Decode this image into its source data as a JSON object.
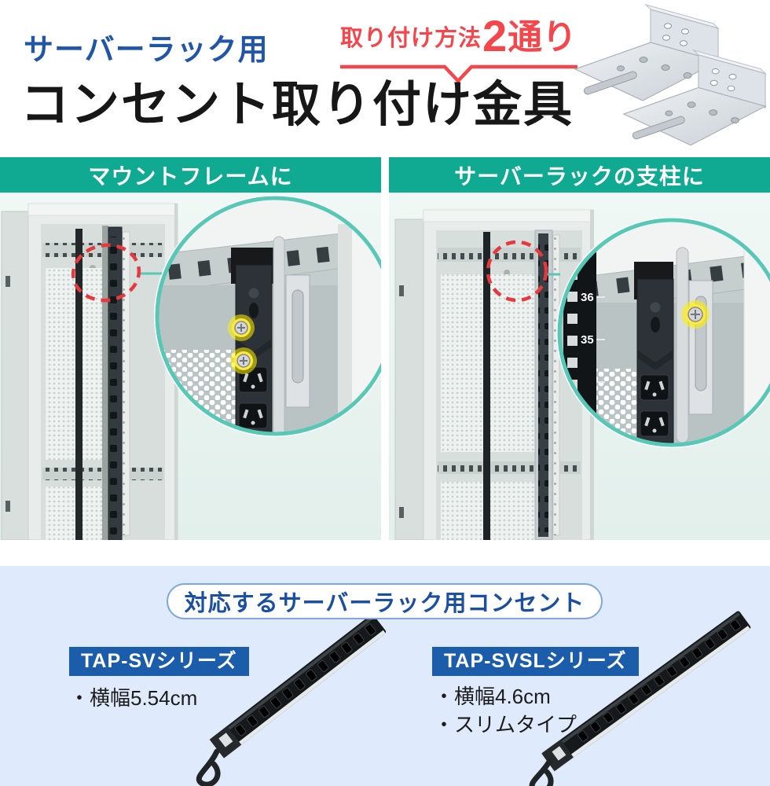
{
  "theme": {
    "blue": "#2156a7",
    "red": "#f4464b",
    "teal": "#10aa92",
    "teal-light": "#58c8b6",
    "section-bg": "#dfeafc",
    "badge-blue": "#1b5cab",
    "pill-border": "#7fa8da",
    "pill-text": "#1b4fa0",
    "text-dark": "#171717"
  },
  "header": {
    "series_label": "サーバーラック用",
    "title": "コンセント取り付け金具",
    "badge": {
      "prefix": "取り付け方法",
      "number": "2",
      "suffix": "通り"
    }
  },
  "panels": [
    {
      "title": "マウントフレームに"
    },
    {
      "title": "サーバーラックの支柱に",
      "unit_labels": [
        "36",
        "35"
      ]
    }
  ],
  "compat": {
    "header": "対応するサーバーラック用コンセント",
    "products": [
      {
        "name": "TAP-SVシリーズ",
        "features": [
          "・横幅5.54cm"
        ]
      },
      {
        "name": "TAP-SVSLシリーズ",
        "features": [
          "・横幅4.6cm",
          "・スリムタイプ"
        ]
      }
    ]
  }
}
